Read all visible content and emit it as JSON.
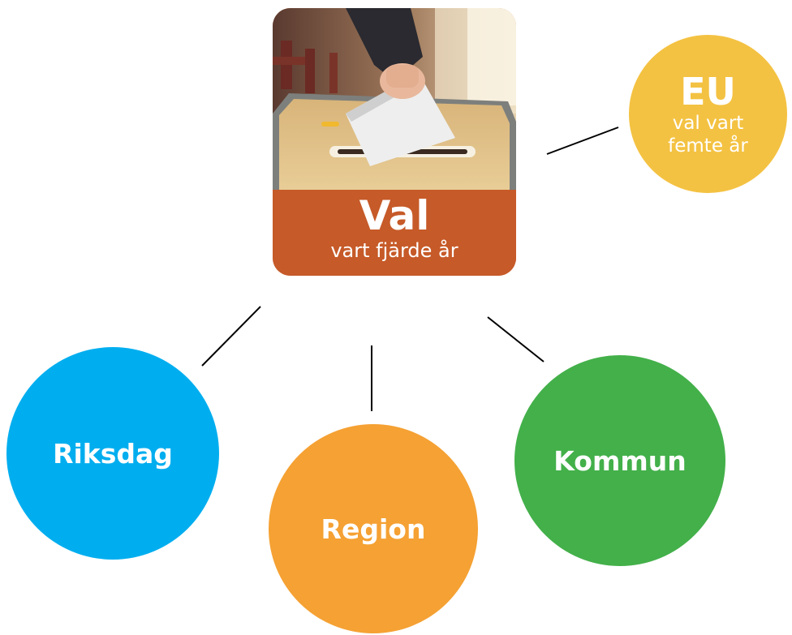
{
  "center": {
    "title": "Val",
    "subtitle": "vart fjärde år",
    "photo": "ballot-box-hand-photo"
  },
  "eu": {
    "title": "EU",
    "line1": "val vart",
    "line2": "femte år"
  },
  "nodes": {
    "riksdag": "Riksdag",
    "region": "Region",
    "kommun": "Kommun"
  },
  "colors": {
    "center_band": "#c65a28",
    "eu": "#f4c242",
    "riksdag": "#00aeef",
    "region": "#f5a133",
    "kommun": "#43b04a",
    "connector": "#000000"
  }
}
